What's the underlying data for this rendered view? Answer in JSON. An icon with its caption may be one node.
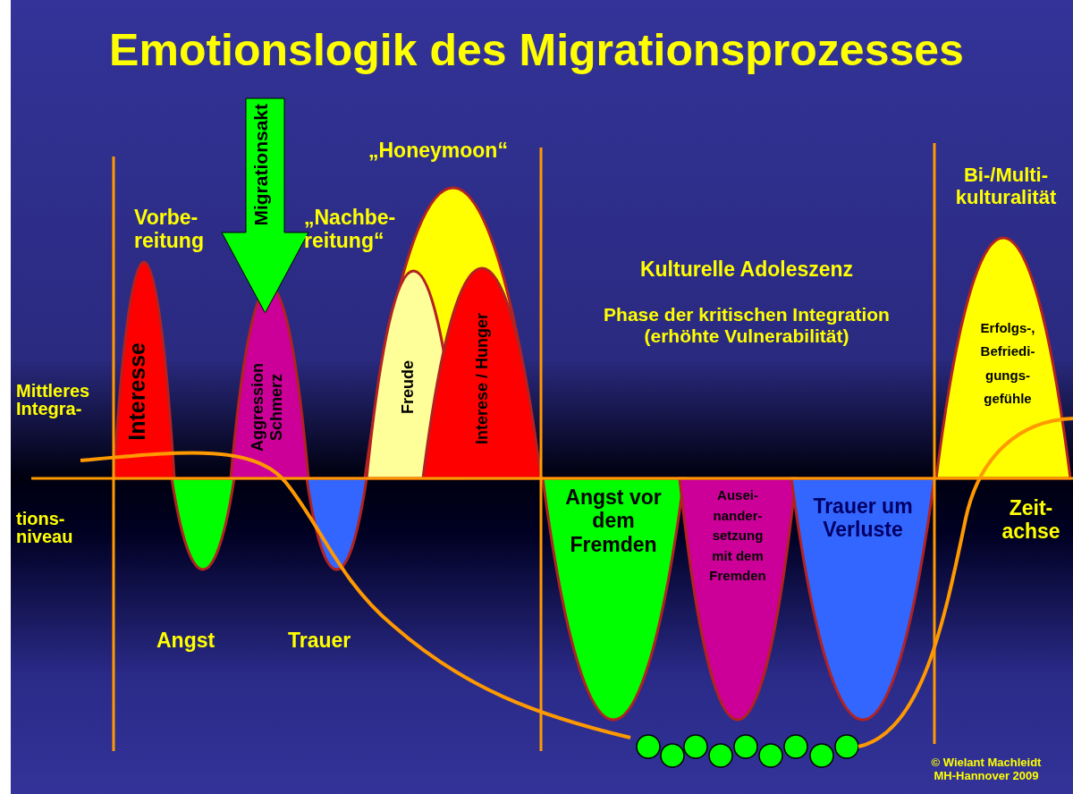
{
  "diagram": {
    "title": "Emotionslogik des Migrationsprozesses",
    "nodes": [
      {
        "text": [
          "Interesse"
        ],
        "beside": [
          "Vorbe- reitung"
        ]
      },
      {
        "text": [],
        "shape": "trough",
        "beside": [
          "Angst"
        ]
      },
      {
        "text": [
          "Migrationsakt"
        ]
      },
      {
        "text": [
          "Aggression Schmerz"
        ]
      },
      {
        "text": [],
        "shape": "trough",
        "beside": [
          "Trauer"
        ]
      },
      {
        "text": [],
        "shape": "peak",
        "beside": [
          "„Honeymoon“"
        ]
      },
      {
        "text": [
          "Freude"
        ],
        "in": 5
      },
      {
        "text": [
          "Interese / Hunger"
        ],
        "in": 5
      },
      {
        "text": [
          "Angst vor dem Fremden"
        ]
      },
      {
        "text": [
          "Ausei- nander- setzung mit dem Fremden"
        ]
      },
      {
        "text": [
          "Trauer um Verluste"
        ]
      },
      {
        "text": [
          "Erfolgs-, Befriedi- gungs- gefühle"
        ],
        "beside": [
          "Bi-/Multi- kulturalität"
        ]
      },
      {
        "text": [],
        "shape": "circle"
      },
      {
        "text": [],
        "shape": "circle"
      },
      {
        "text": [],
        "shape": "circle"
      },
      {
        "text": [],
        "shape": "circle"
      },
      {
        "text": [],
        "shape": "circle"
      },
      {
        "text": [],
        "shape": "circle"
      },
      {
        "text": [],
        "shape": "circle"
      },
      {
        "text": [],
        "shape": "circle"
      },
      {
        "text": [],
        "shape": "circle"
      }
    ],
    "labels": [
      "„Nachbe- reitung“",
      "Kulturelle Adoleszenz",
      "Phase der kritischen Integration (erhöhte Vulnerabilität)",
      "Mittleres Integra-",
      "tions- niveau",
      "Zeit- achse",
      "© Wielant Machleidt MH-Hannover 2009"
    ]
  }
}
